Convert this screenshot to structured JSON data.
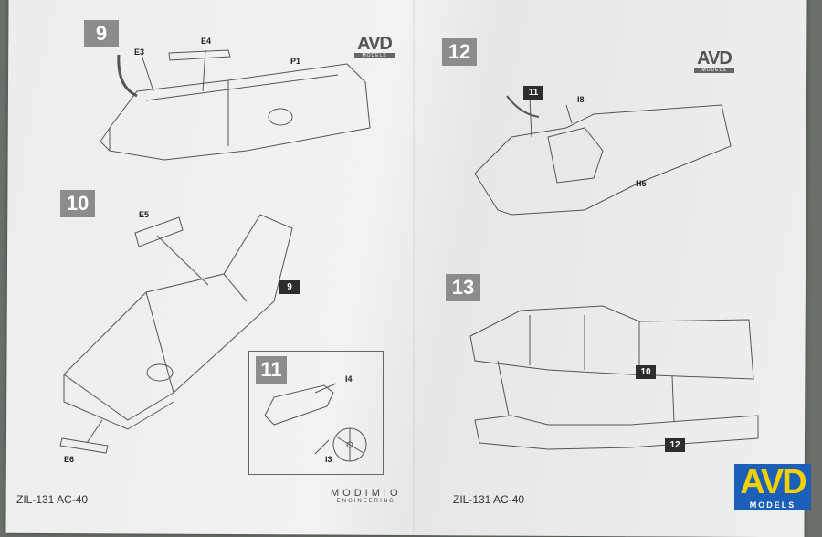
{
  "brand": {
    "logo_main": "AVD",
    "logo_sub": "MODELS",
    "maker_name": "MODIMIO",
    "maker_sub": "ENGINEERING",
    "logo_color_yellow": "#f5d000",
    "logo_color_blue": "#1c5fb8"
  },
  "footer": {
    "left_model": "ZIL-131 AC-40",
    "right_model": "ZIL-131 AC-40"
  },
  "steps": {
    "s9": "9",
    "s10": "10",
    "s11": "11",
    "s12": "12",
    "s13": "13"
  },
  "refs": {
    "ref9": "9",
    "ref11": "11",
    "ref10": "10",
    "ref12": "12"
  },
  "parts": {
    "e3": "E3",
    "e4": "E4",
    "p1": "P1",
    "e5": "E5",
    "e6": "E6",
    "i4": "I4",
    "i3": "I3",
    "i8": "I8",
    "h5": "H5"
  },
  "colors": {
    "step_box": "#8c8c8c",
    "ref_tag": "#2d2d2d",
    "line": "#555555"
  }
}
